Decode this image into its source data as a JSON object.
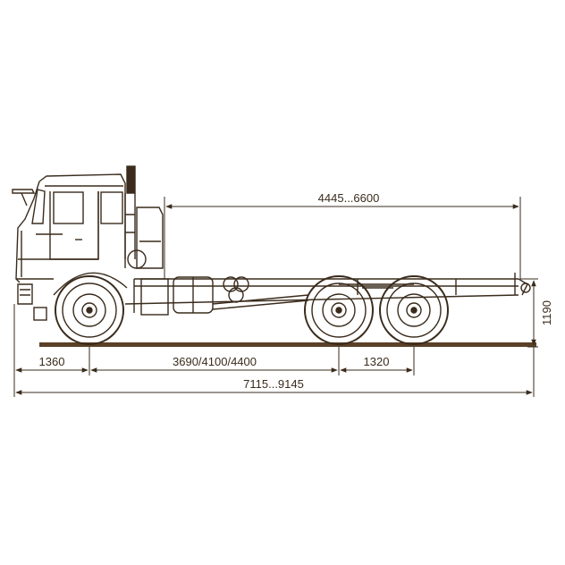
{
  "drawing": {
    "ink_color": "#3a2b1c",
    "ground_color": "#5a4028",
    "background": "#ffffff"
  },
  "dimensions": {
    "frame_length": "4445...6600",
    "front_overhang": "1360",
    "wheelbase": "3690/4100/4400",
    "rear_axle_spacing": "1320",
    "overall_length": "7115...9145",
    "frame_height": "1190"
  }
}
